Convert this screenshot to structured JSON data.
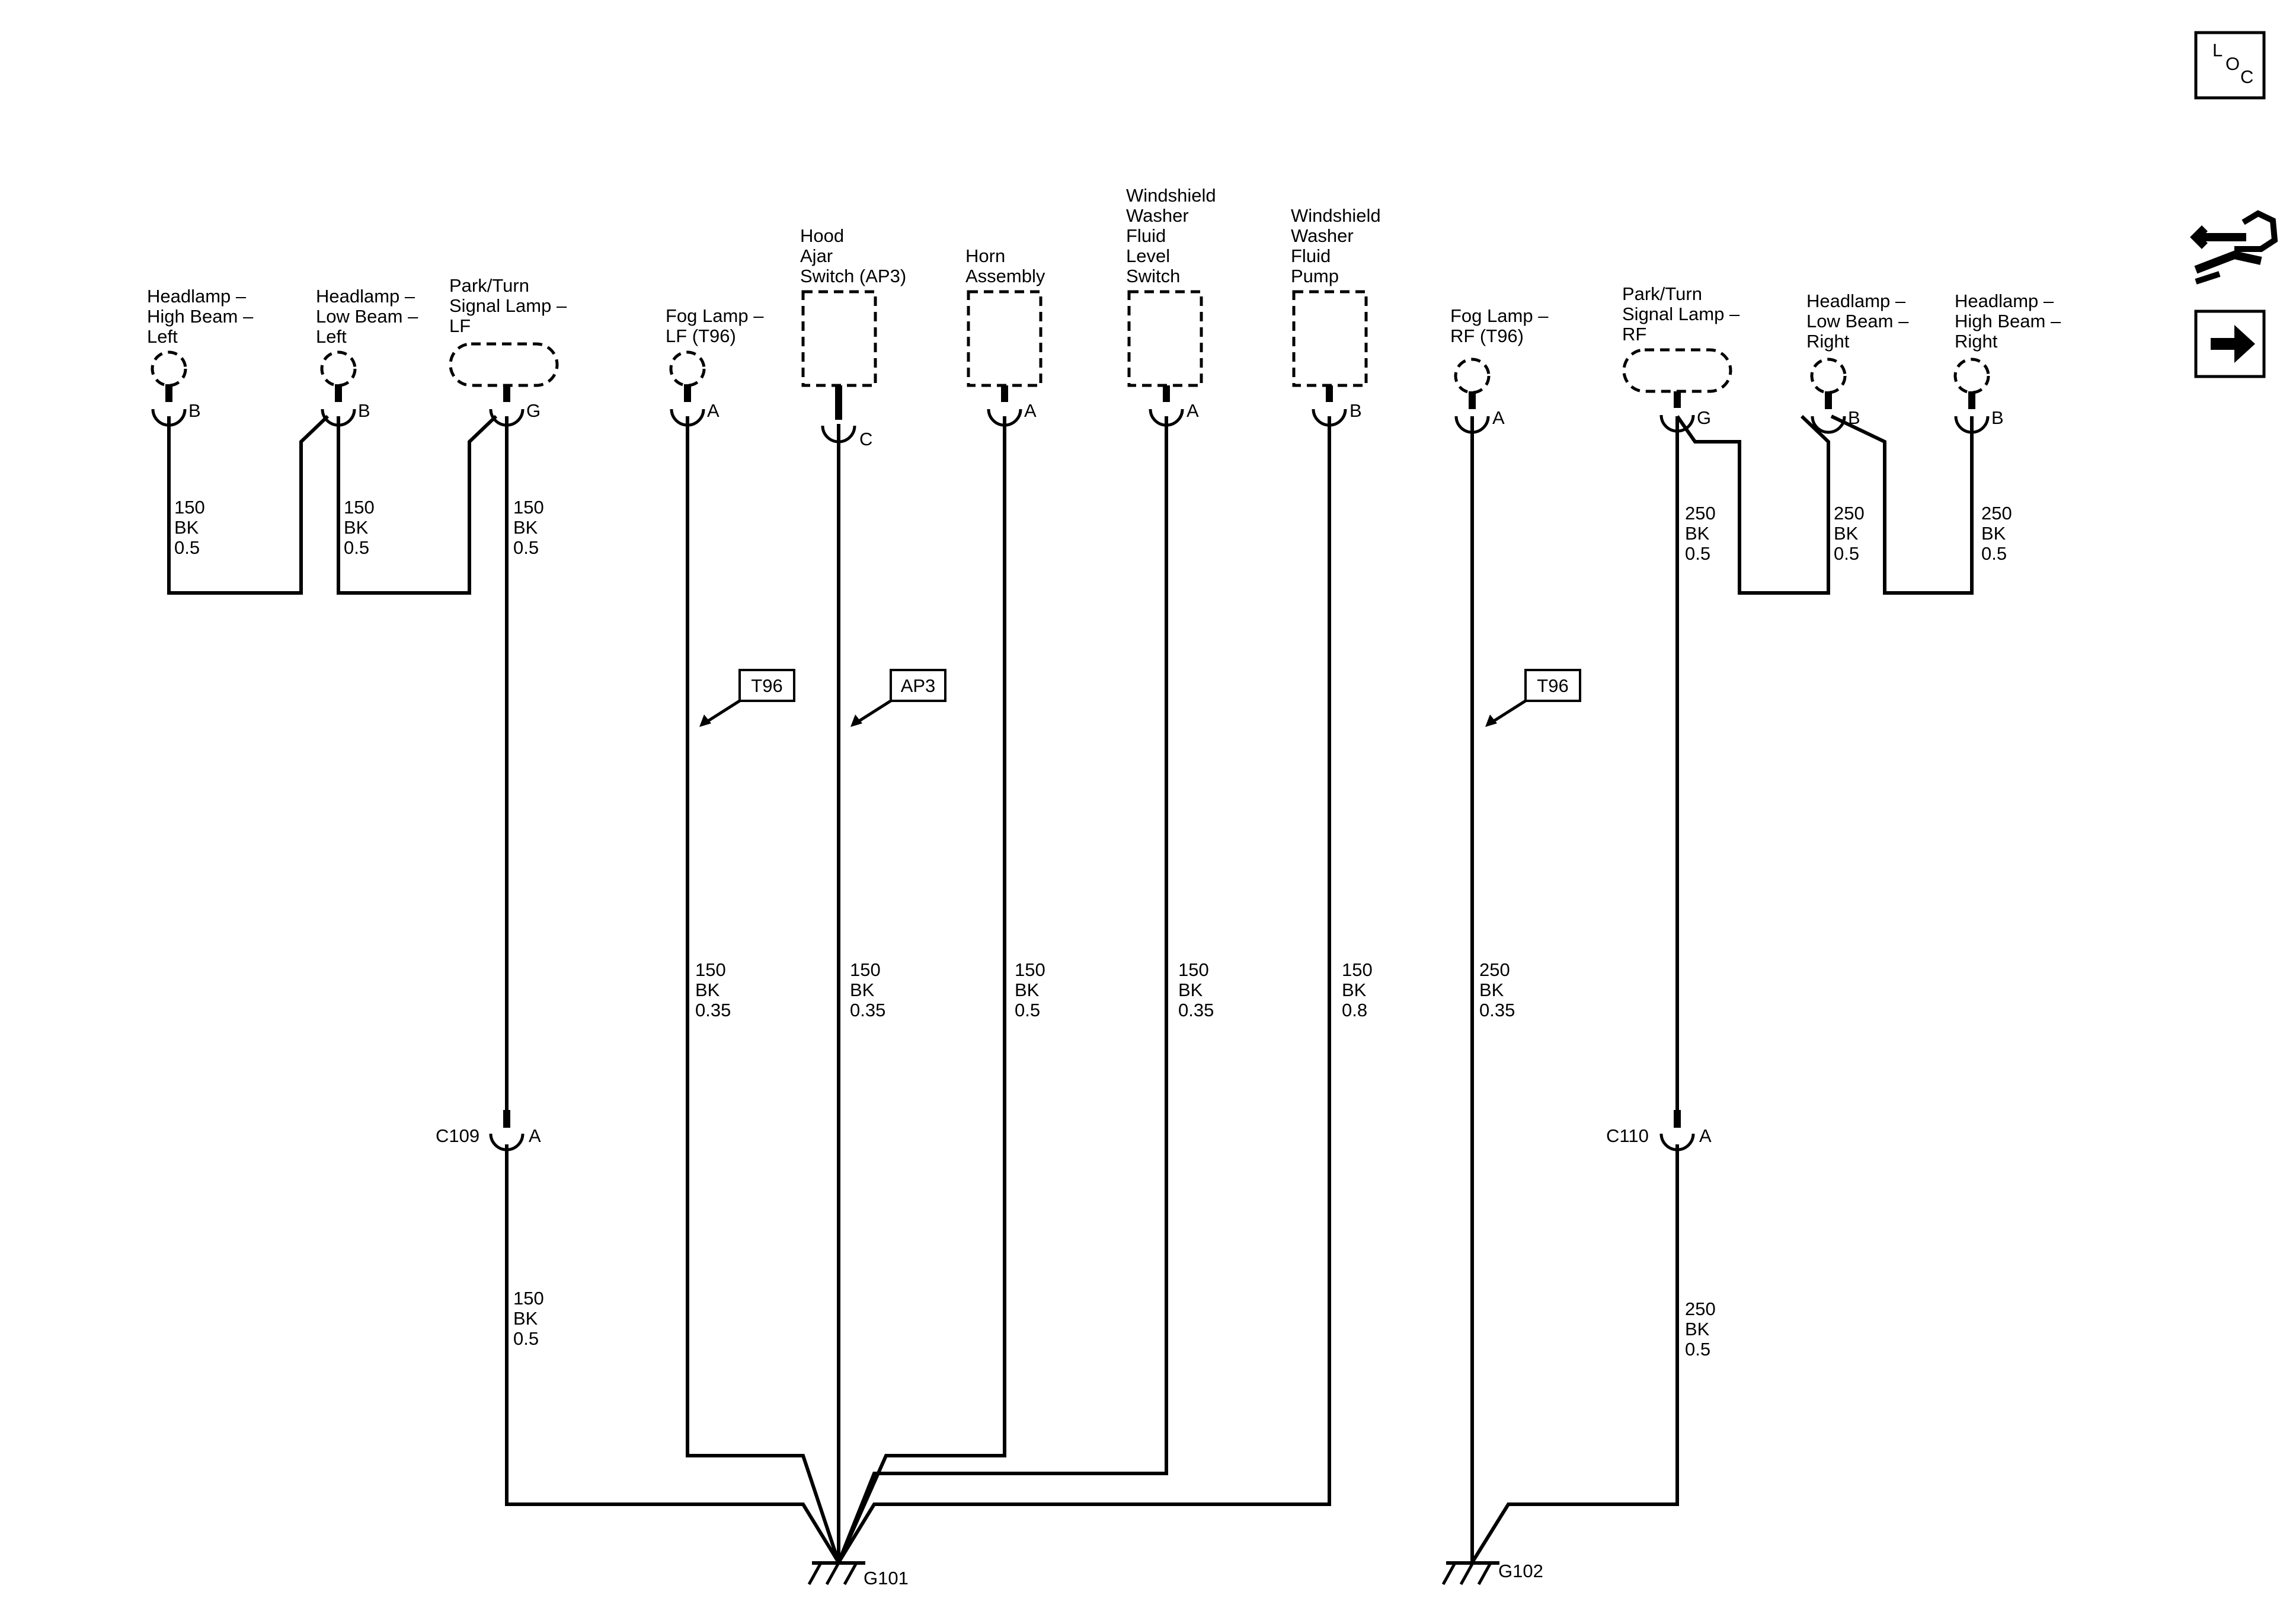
{
  "components": {
    "hl_high_left": [
      "Headlamp –",
      "High Beam –",
      "Left"
    ],
    "hl_low_left": [
      "Headlamp –",
      "Low Beam –",
      "Left"
    ],
    "park_lf": [
      "Park/Turn",
      "Signal Lamp –",
      "LF"
    ],
    "fog_lf": [
      "Fog Lamp –",
      "LF (T96)"
    ],
    "hood_ajar": [
      "Hood",
      "Ajar",
      "Switch (AP3)"
    ],
    "horn": [
      "Horn",
      "Assembly"
    ],
    "washer_level": [
      "Windshield",
      "Washer",
      "Fluid",
      "Level",
      "Switch"
    ],
    "washer_pump": [
      "Windshield",
      "Washer",
      "Fluid",
      "Pump"
    ],
    "fog_rf": [
      "Fog Lamp –",
      "RF (T96)"
    ],
    "park_rf": [
      "Park/Turn",
      "Signal Lamp –",
      "RF"
    ],
    "hl_low_right": [
      "Headlamp –",
      "Low Beam –",
      "Right"
    ],
    "hl_high_right": [
      "Headlamp –",
      "High Beam –",
      "Right"
    ]
  },
  "pins": {
    "hl_high_left": "B",
    "hl_low_left": "B",
    "park_lf": "G",
    "fog_lf": "A",
    "hood_ajar": "C",
    "horn": "A",
    "washer_level": "A",
    "washer_pump": "B",
    "fog_rf": "A",
    "park_rf": "G",
    "hl_low_right": "B",
    "hl_high_right": "B",
    "c109": "A",
    "c110": "A"
  },
  "wires": {
    "hl_high_left": [
      "150",
      "BK",
      "0.5"
    ],
    "hl_low_left": [
      "150",
      "BK",
      "0.5"
    ],
    "park_lf_upper": [
      "150",
      "BK",
      "0.5"
    ],
    "park_lf_lower": [
      "150",
      "BK",
      "0.5"
    ],
    "fog_lf": [
      "150",
      "BK",
      "0.35"
    ],
    "hood_ajar": [
      "150",
      "BK",
      "0.35"
    ],
    "horn": [
      "150",
      "BK",
      "0.5"
    ],
    "washer_level": [
      "150",
      "BK",
      "0.35"
    ],
    "washer_pump": [
      "150",
      "BK",
      "0.8"
    ],
    "fog_rf": [
      "250",
      "BK",
      "0.35"
    ],
    "park_rf_upper": [
      "250",
      "BK",
      "0.5"
    ],
    "park_rf_lower": [
      "250",
      "BK",
      "0.5"
    ],
    "hl_low_right": [
      "250",
      "BK",
      "0.5"
    ],
    "hl_high_right": [
      "250",
      "BK",
      "0.5"
    ]
  },
  "connectors": {
    "c109": "C109",
    "c110": "C110"
  },
  "grounds": {
    "g101": "G101",
    "g102": "G102"
  },
  "tags": {
    "fog_lf": "T96",
    "hood_ajar": "AP3",
    "fog_rf": "T96"
  },
  "icons": {
    "loc": {
      "letters": [
        "L",
        "O",
        "C"
      ]
    },
    "hand_tool": "hand-wrench-icon",
    "next": "arrow-right-icon"
  }
}
